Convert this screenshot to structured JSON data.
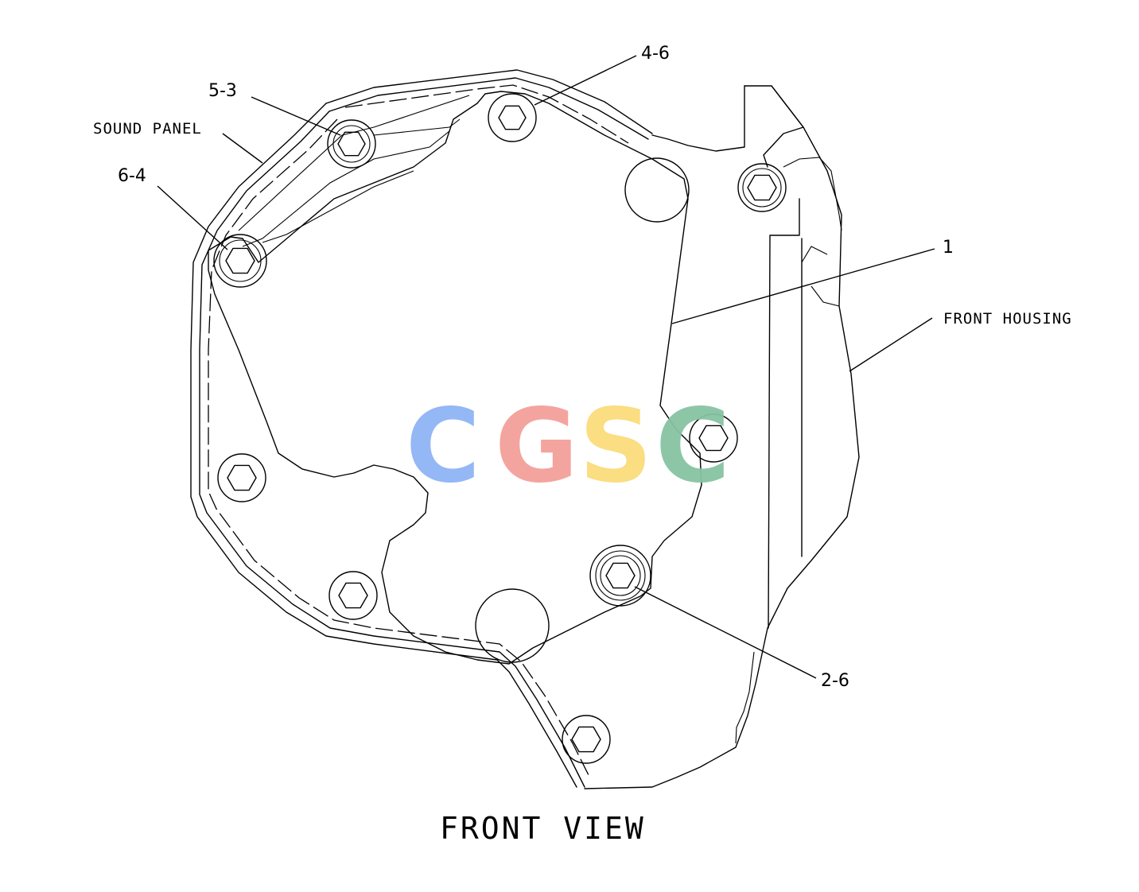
{
  "callouts": {
    "c_4_6": "4-6",
    "c_5_3": "5-3",
    "c_6_4": "6-4",
    "c_1": "1",
    "c_2_6": "2-6"
  },
  "labels": {
    "sound_panel": "SOUND PANEL",
    "front_housing": "FRONT HOUSING"
  },
  "view_title": "FRONT VIEW",
  "watermark": {
    "letters": [
      "C",
      "G",
      "S",
      "C"
    ],
    "colors": [
      "#8fb4f5",
      "#f4a09a",
      "#fbdc7c",
      "#86c3a3"
    ]
  }
}
